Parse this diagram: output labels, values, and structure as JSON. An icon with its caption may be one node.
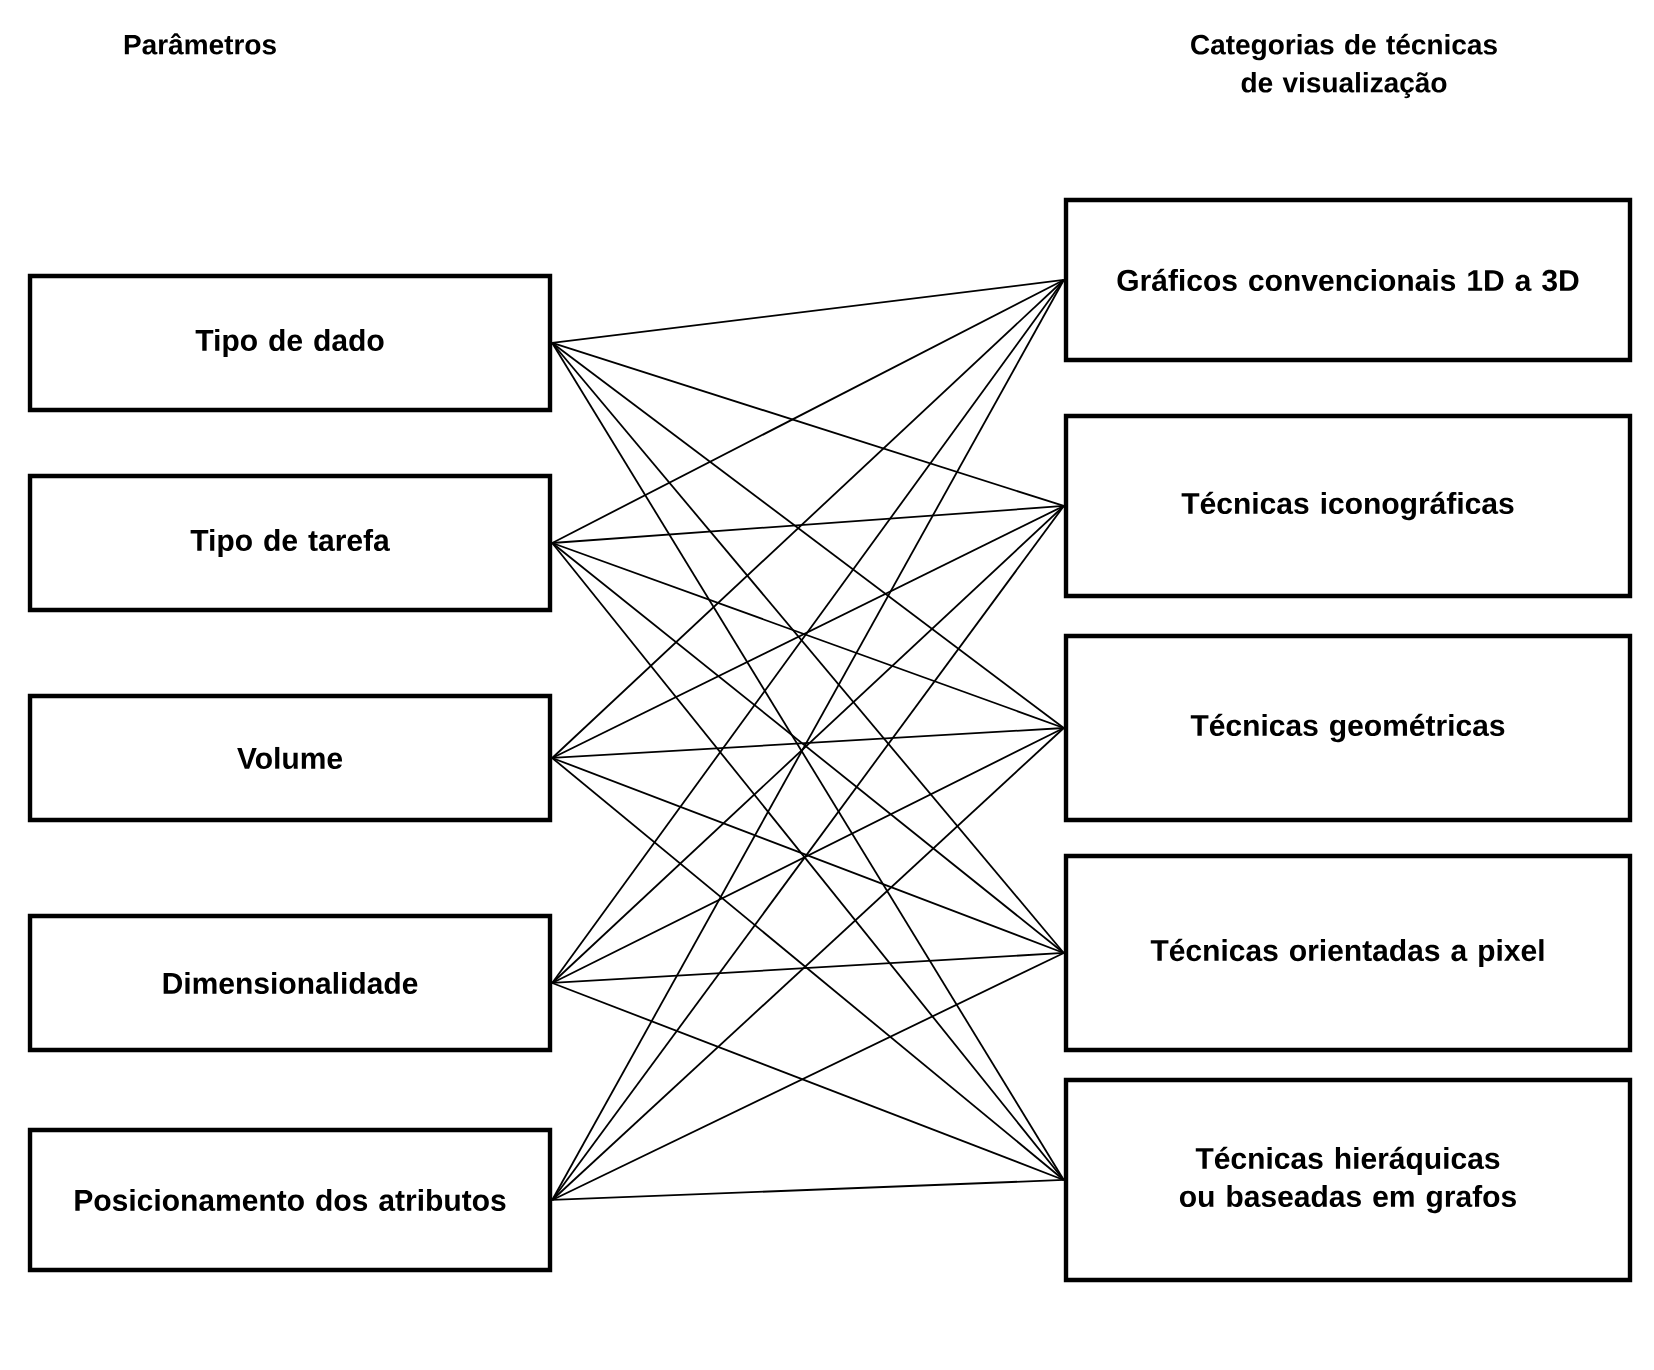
{
  "diagram": {
    "nodes": [
      {
        "text": [
          "Tipo de dado"
        ]
      },
      {
        "text": [
          "Tipo de tarefa"
        ]
      },
      {
        "text": [
          "Volume"
        ]
      },
      {
        "text": [
          "Dimensionalidade"
        ]
      },
      {
        "text": [
          "Posicionamento dos atributos"
        ]
      },
      {
        "text": [
          "Gráficos convencionais 1D a 3D"
        ]
      },
      {
        "text": [
          "Técnicas iconográficas"
        ]
      },
      {
        "text": [
          "Técnicas geométricas"
        ]
      },
      {
        "text": [
          "Técnicas orientadas a pixel"
        ]
      },
      {
        "text": [
          "Técnicas hieráquicas ou baseadas em grafos"
        ]
      }
    ],
    "edges": [
      {
        "from": 0,
        "to": 5,
        "arrow": "none"
      },
      {
        "from": 0,
        "to": 6,
        "arrow": "none"
      },
      {
        "from": 0,
        "to": 7,
        "arrow": "none"
      },
      {
        "from": 0,
        "to": 8,
        "arrow": "none"
      },
      {
        "from": 0,
        "to": 9,
        "arrow": "none"
      },
      {
        "from": 1,
        "to": 5,
        "arrow": "none"
      },
      {
        "from": 1,
        "to": 6,
        "arrow": "none"
      },
      {
        "from": 1,
        "to": 7,
        "arrow": "none"
      },
      {
        "from": 1,
        "to": 8,
        "arrow": "none"
      },
      {
        "from": 1,
        "to": 9,
        "arrow": "none"
      },
      {
        "from": 2,
        "to": 5,
        "arrow": "none"
      },
      {
        "from": 2,
        "to": 6,
        "arrow": "none"
      },
      {
        "from": 2,
        "to": 7,
        "arrow": "none"
      },
      {
        "from": 2,
        "to": 8,
        "arrow": "none"
      },
      {
        "from": 2,
        "to": 9,
        "arrow": "none"
      },
      {
        "from": 3,
        "to": 5,
        "arrow": "none"
      },
      {
        "from": 3,
        "to": 6,
        "arrow": "none"
      },
      {
        "from": 3,
        "to": 7,
        "arrow": "none"
      },
      {
        "from": 3,
        "to": 8,
        "arrow": "none"
      },
      {
        "from": 3,
        "to": 9,
        "arrow": "none"
      },
      {
        "from": 4,
        "to": 5,
        "arrow": "none"
      },
      {
        "from": 4,
        "to": 6,
        "arrow": "none"
      },
      {
        "from": 4,
        "to": 7,
        "arrow": "none"
      },
      {
        "from": 4,
        "to": 8,
        "arrow": "none"
      },
      {
        "from": 4,
        "to": 9,
        "arrow": "none"
      }
    ],
    "labels": [
      "Parâmetros",
      "Categorias de técnicas de visualização"
    ]
  }
}
